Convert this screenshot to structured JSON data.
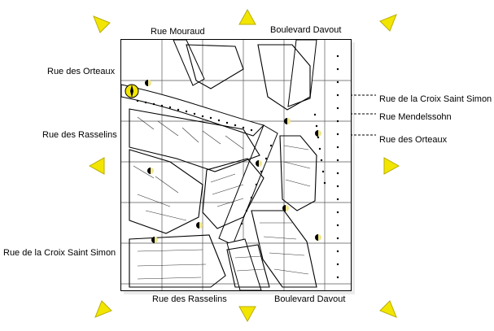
{
  "labels": {
    "top_left": "Rue Mouraud",
    "top_right": "Boulevard Davout",
    "left_top": "Rue des Orteaux",
    "left_middle": "Rue des Rasselins",
    "left_bottom": "Rue de la Croix Saint Simon",
    "right_top": "Rue de la Croix Saint Simon",
    "right_middle": "Rue Mendelssohn",
    "right_bottom": "Rue des Orteaux",
    "bottom_left": "Rue des Rasselins",
    "bottom_right": "Boulevard Davout"
  },
  "icons": {
    "arrow": "yellow-triangle-arrow",
    "dot": "half-dot-marker",
    "compass": "compass-icon"
  },
  "colors": {
    "arrow_fill": "#f2e600",
    "arrow_shadow": "#b9ad00",
    "map_lines": "#000000",
    "map_bg": "#ffffff",
    "dot_left": "#000000",
    "dot_right": "#f0e68c"
  }
}
